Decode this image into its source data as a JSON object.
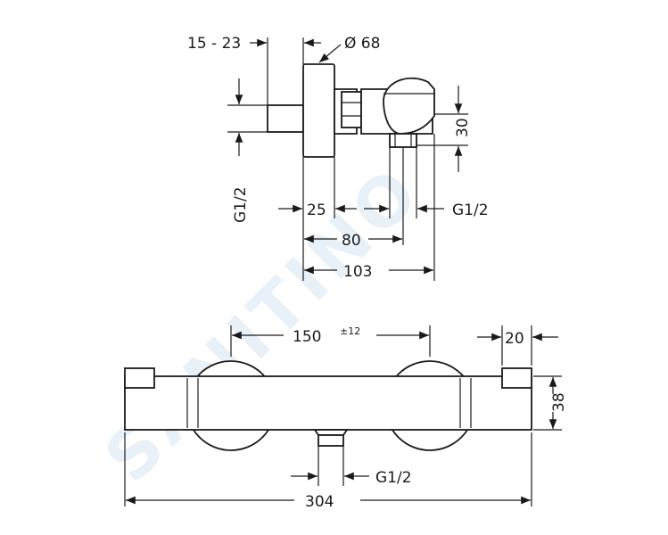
{
  "watermark": "SANITINO",
  "side_view": {
    "dim_wall_offset": "15 - 23",
    "dim_diameter": "Ø 68",
    "dim_thread_left": "G1/2",
    "dim_thread_right": "G1/2",
    "dim_height": "30",
    "dim_a": "25",
    "dim_b": "80",
    "dim_c": "103"
  },
  "front_view": {
    "dim_centers": "150",
    "dim_centers_tol": "±12",
    "dim_end": "20",
    "dim_body_height": "38",
    "dim_outlet_thread": "G1/2",
    "dim_total_width": "304"
  }
}
